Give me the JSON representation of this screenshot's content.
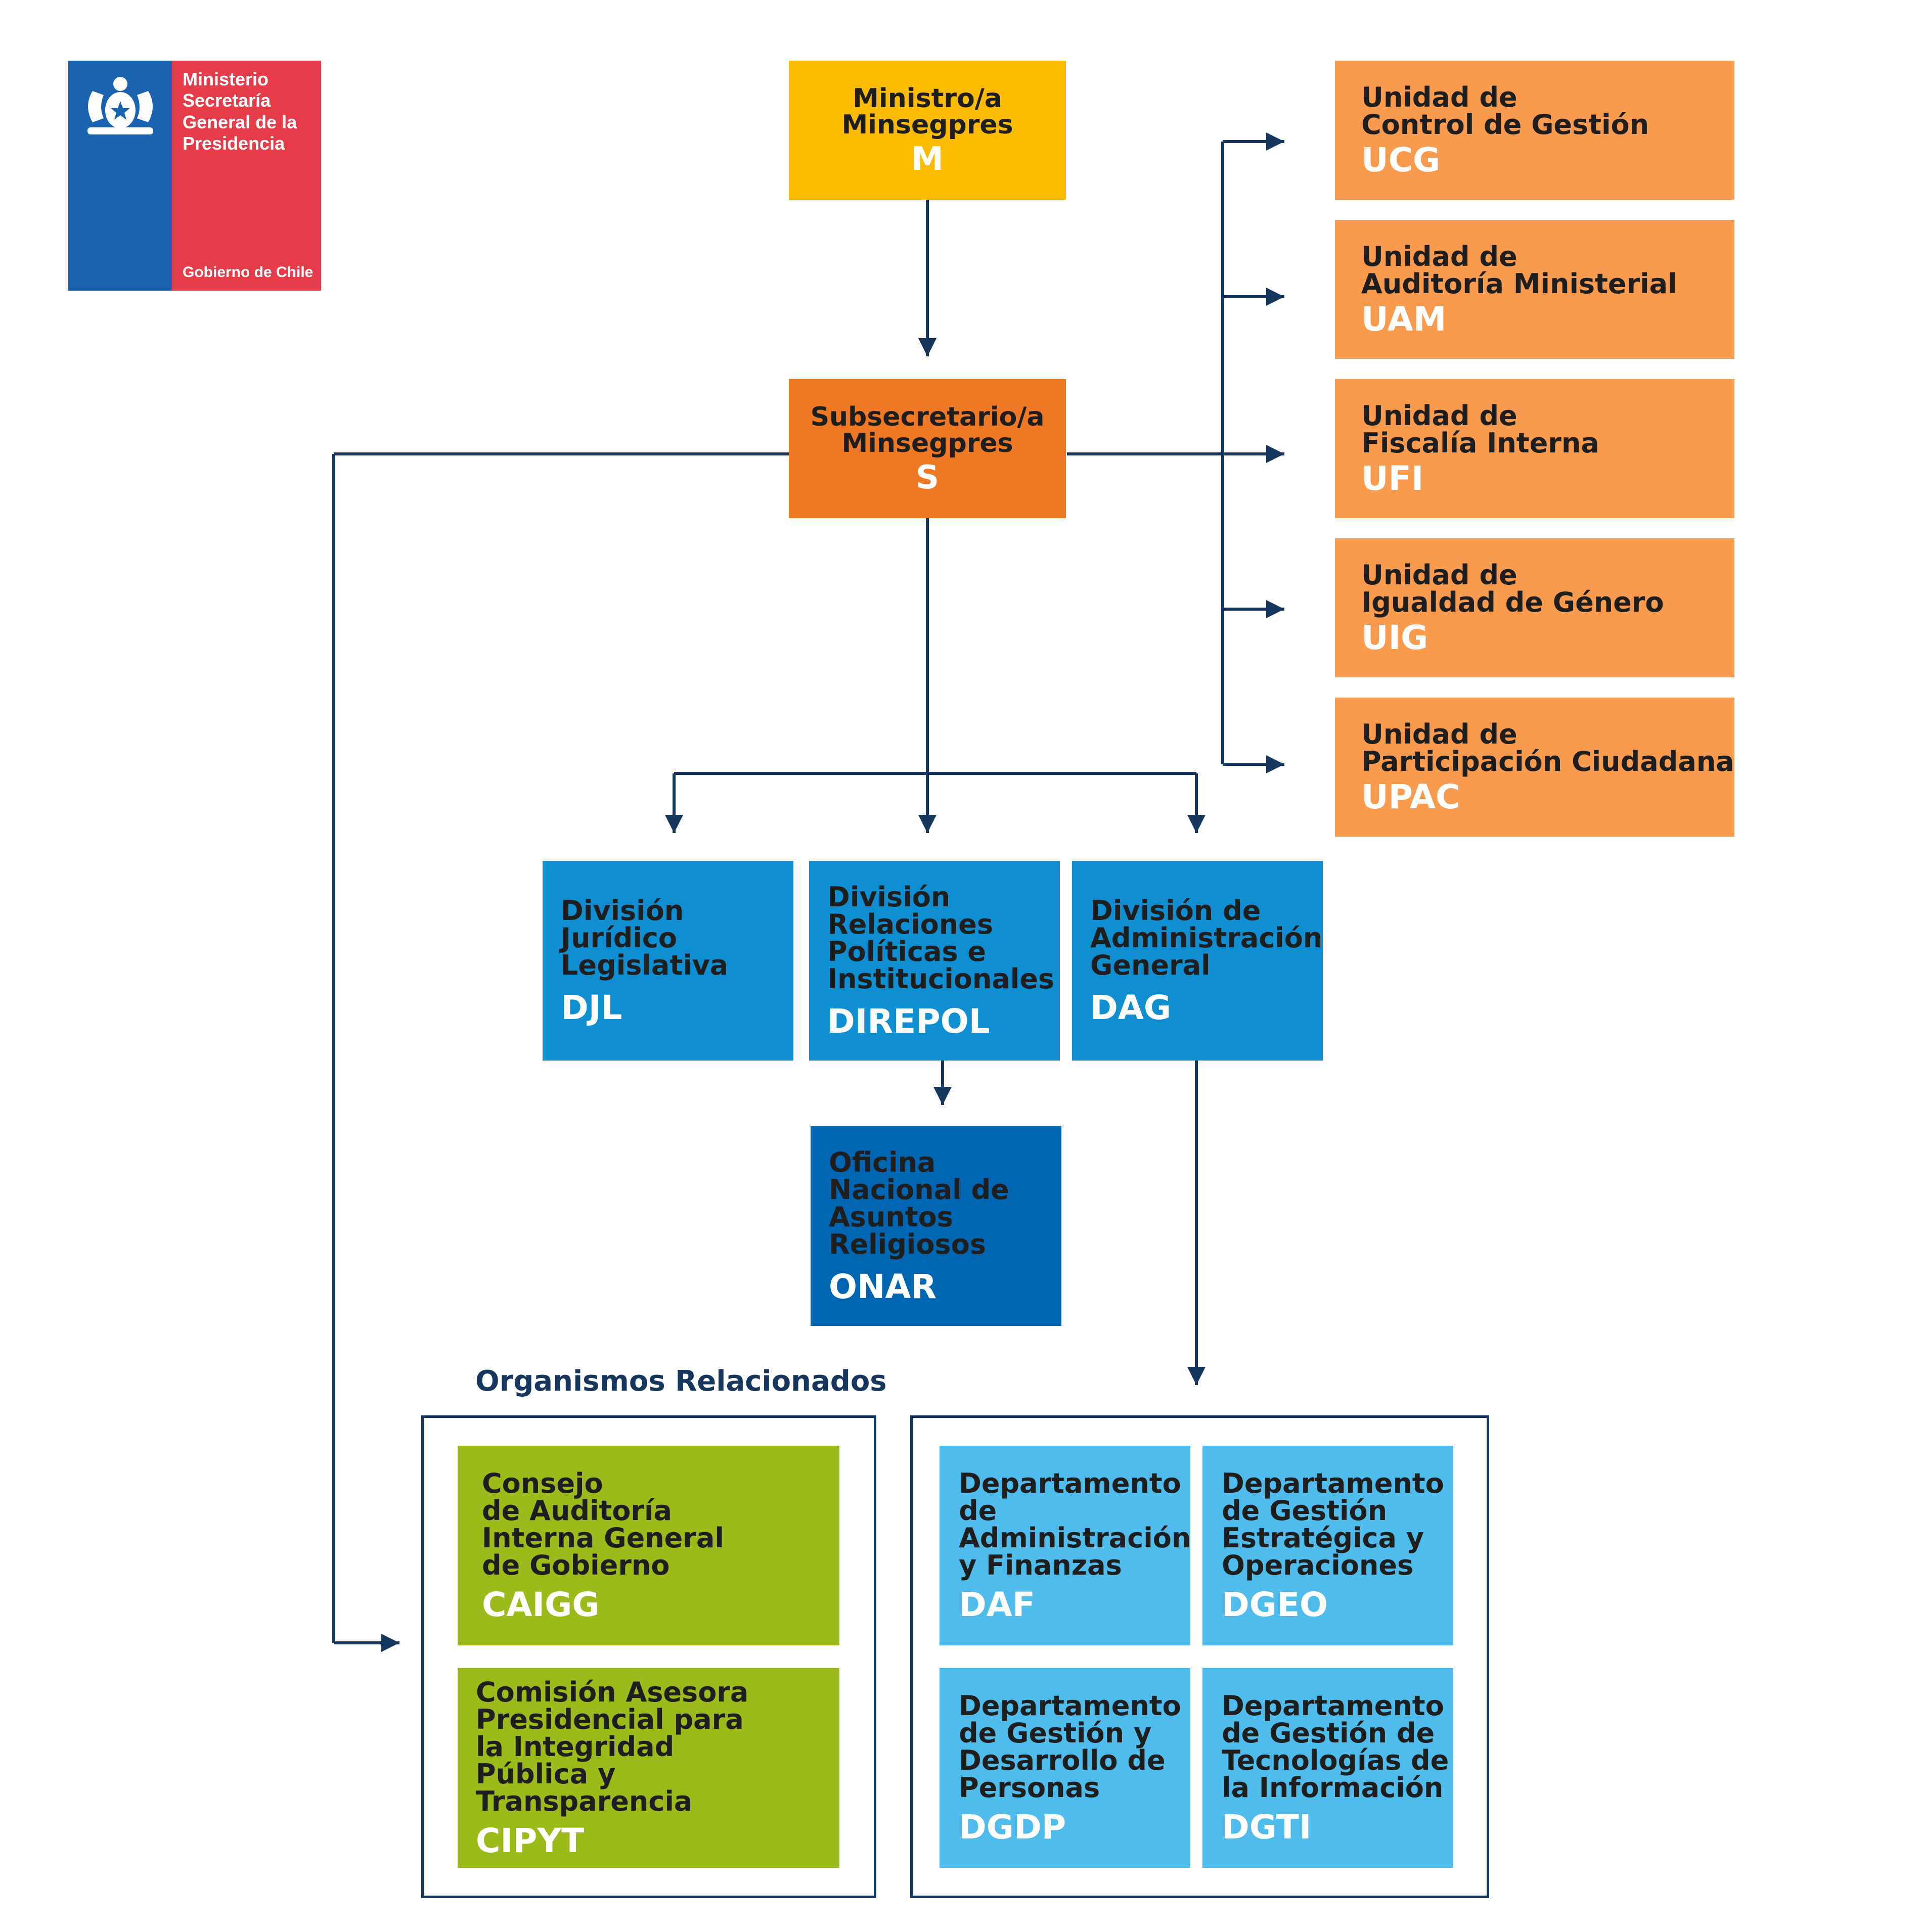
{
  "logo": {
    "title": "Ministerio\nSecretaría\nGeneral de la\nPresidencia",
    "government": "Gobierno de Chile",
    "colors": {
      "blue": "#1b63b0",
      "red": "#e63c4a"
    }
  },
  "colors": {
    "minister": "#fbbb00",
    "subsecretary": "#ee7823",
    "units": "#f89b4e",
    "divisions": "#0f8fd1",
    "onar": "#0066b1",
    "related": "#9cba1a",
    "departments": "#4fbcec",
    "lines": "#17365d"
  },
  "minister": {
    "name": "Ministro/a\nMinsegpres",
    "abbr": "M"
  },
  "subsecretary": {
    "name": "Subsecretario/a\nMinsegpres",
    "abbr": "S"
  },
  "units": [
    {
      "name": "Unidad de\nControl de Gestión",
      "abbr": "UCG"
    },
    {
      "name": "Unidad de\nAuditoría Ministerial",
      "abbr": "UAM"
    },
    {
      "name": "Unidad de\nFiscalía Interna",
      "abbr": "UFI"
    },
    {
      "name": "Unidad de\nIgualdad de Género",
      "abbr": "UIG"
    },
    {
      "name": "Unidad de\nParticipación Ciudadana",
      "abbr": "UPAC"
    }
  ],
  "divisions": [
    {
      "name": "División\nJurídico\nLegislativa",
      "abbr": "DJL"
    },
    {
      "name": "División\nRelaciones\nPolíticas e\nInstitucionales",
      "abbr": "DIREPOL"
    },
    {
      "name": "División de\nAdministración\nGeneral",
      "abbr": "DAG"
    }
  ],
  "onar": {
    "name": "Oficina\nNacional de\nAsuntos\nReligiosos",
    "abbr": "ONAR"
  },
  "related_title": "Organismos Relacionados",
  "related": [
    {
      "name": "Consejo\nde Auditoría\nInterna General\nde  Gobierno",
      "abbr": "CAIGG"
    },
    {
      "name": "Comisión Asesora\nPresidencial para\nla Integridad\nPública y Transparencia",
      "abbr": "CIPYT"
    }
  ],
  "departments": [
    {
      "name": "Departamento\nde\nAdministración\ny Finanzas",
      "abbr": "DAF"
    },
    {
      "name": "Departamento\nde Gestión\nEstratégica y\nOperaciones",
      "abbr": "DGEO"
    },
    {
      "name": "Departamento\nde Gestión y\nDesarrollo de\nPersonas",
      "abbr": "DGDP"
    },
    {
      "name": "Departamento\nde Gestión de\nTecnologías de\nla Información",
      "abbr": "DGTI"
    }
  ]
}
